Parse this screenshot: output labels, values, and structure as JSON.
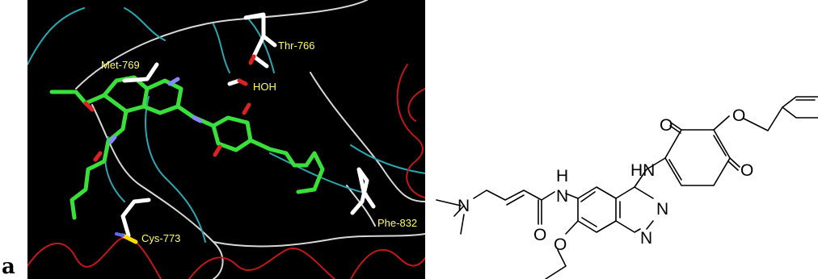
{
  "panel_label": "a",
  "docking_view": {
    "residues": [
      "Thr-766",
      "Met-769",
      "HOH",
      "Cys-773",
      "Phe-832"
    ]
  },
  "structure": {
    "atoms": [
      "O",
      "O",
      "O",
      "HN",
      "H",
      "N",
      "N",
      "N",
      "N",
      "O",
      "O"
    ]
  }
}
